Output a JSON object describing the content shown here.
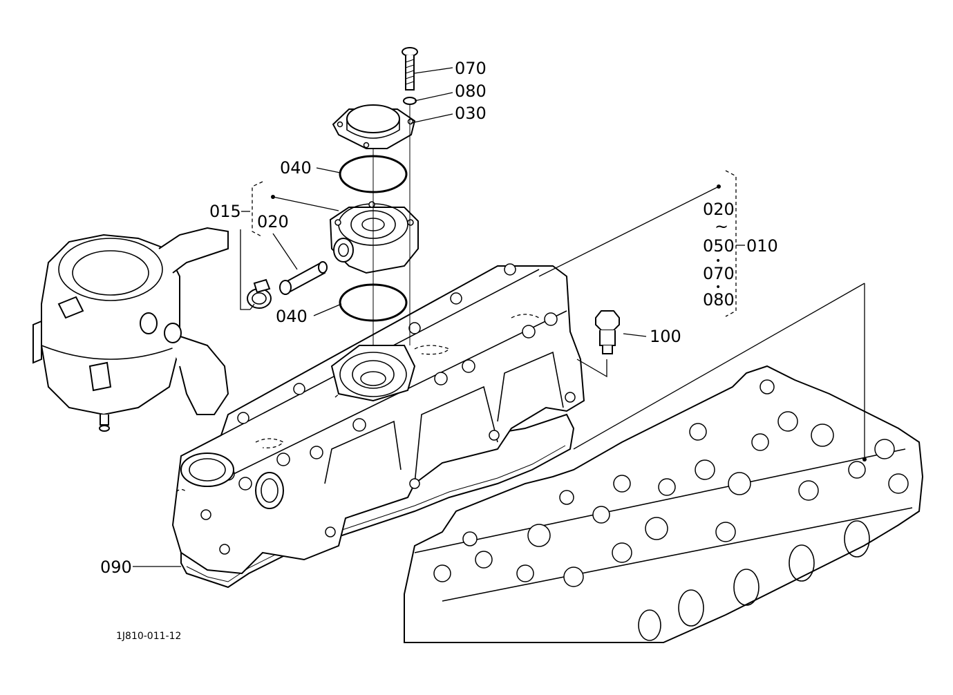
{
  "diagram": {
    "drawing_code": "1J810-011-12",
    "callouts": {
      "p070": "070",
      "p080": "080",
      "p030": "030",
      "p040_upper": "040",
      "p015": "015",
      "p020": "020",
      "p040_lower": "040",
      "p100": "100",
      "p090": "090",
      "p010": "010"
    },
    "kit_group": {
      "line1": "020",
      "tilde": "~",
      "line2": "050",
      "dot1": "•",
      "line3": "070",
      "dot2": "•",
      "line4": "080"
    }
  }
}
